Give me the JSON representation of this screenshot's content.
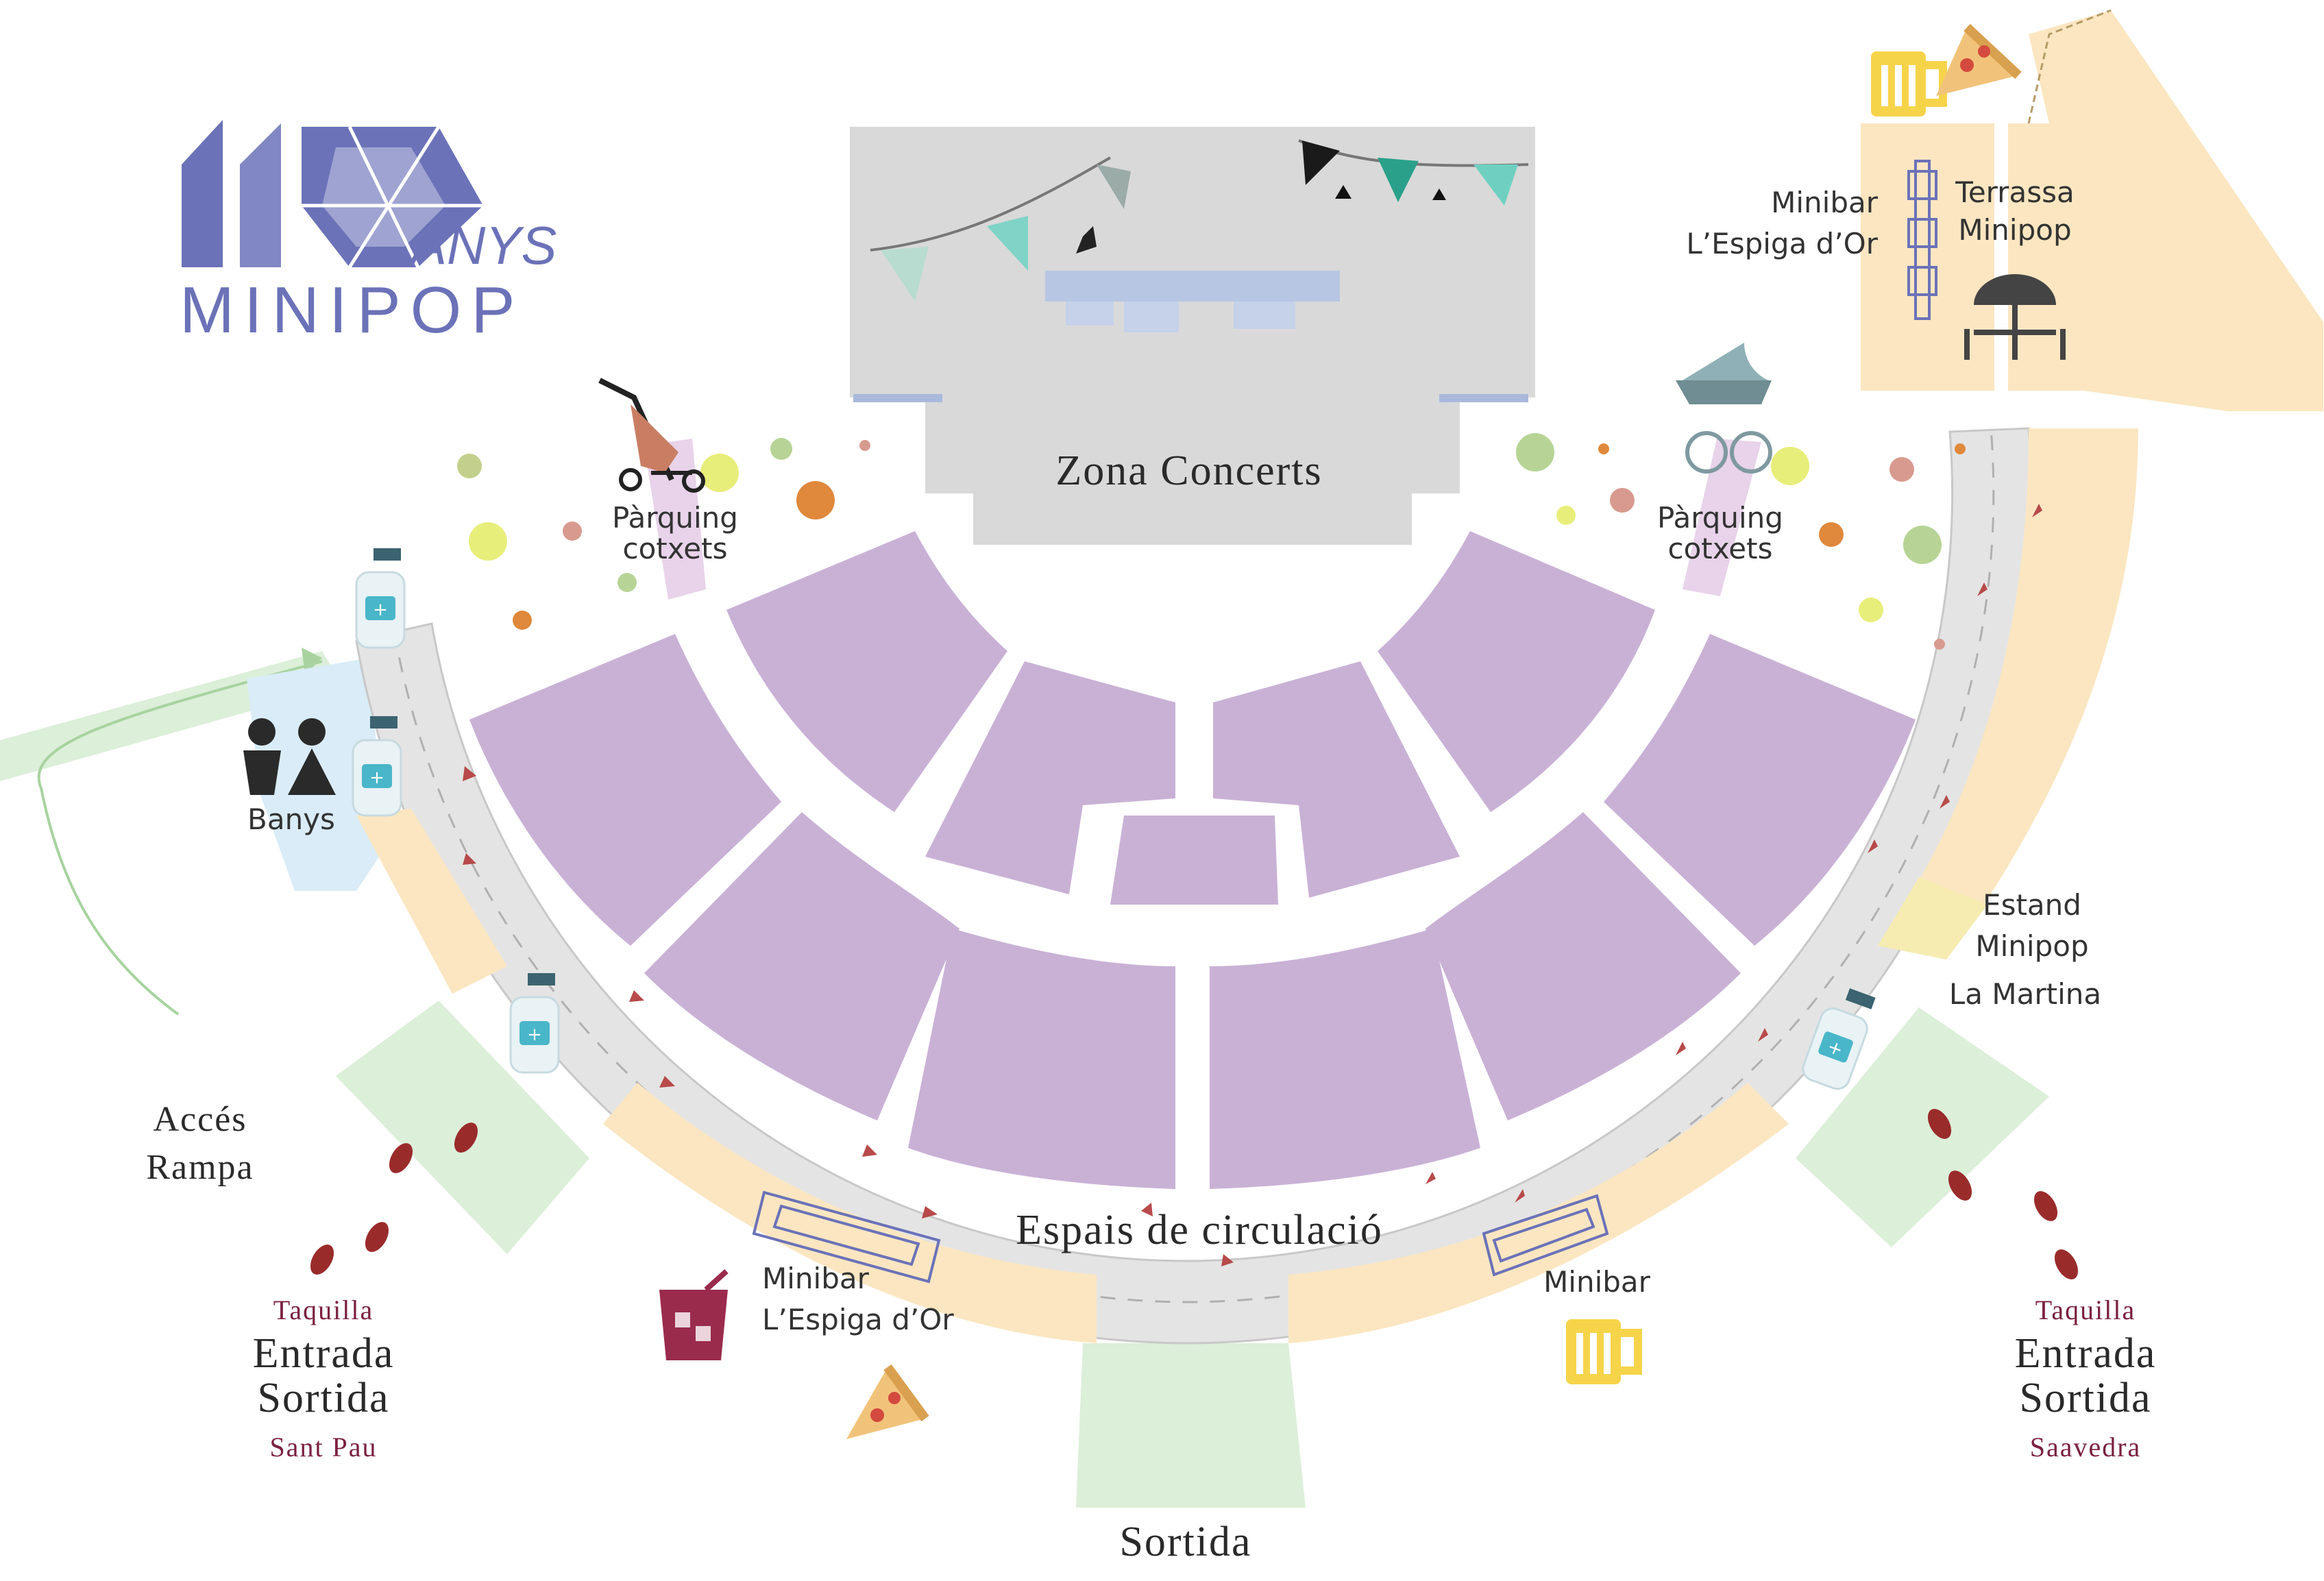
{
  "logo": {
    "number": "10",
    "anys": "ANYS",
    "brand": "MINIPOP"
  },
  "stage": {
    "label": "Zona Concerts"
  },
  "circulation": {
    "label": "Espais de circulació"
  },
  "exit": {
    "label": "Sortida"
  },
  "toilets": {
    "label": "Banys"
  },
  "ramp": {
    "line1": "Accés",
    "line2": "Rampa"
  },
  "stroller_parking": [
    {
      "line1": "Pàrquing",
      "line2": "cotxets"
    },
    {
      "line1": "Pàrquing",
      "line2": "cotxets"
    }
  ],
  "minibar_top": {
    "line1": "Minibar",
    "line2": "L’Espiga d’Or"
  },
  "terrace": {
    "line1": "Terrassa",
    "line2": "Minipop"
  },
  "stand": {
    "line1": "Estand",
    "line2": "Minipop",
    "line3": "La Martina"
  },
  "minibar_bottom_left": {
    "line1": "Minibar",
    "line2": "L’Espiga d’Or"
  },
  "minibar_bottom_right": {
    "label": "Minibar"
  },
  "entrance_left": {
    "ticket": "Taquilla",
    "line1": "Entrada",
    "line2": "Sortida",
    "street": "Sant Pau"
  },
  "entrance_right": {
    "ticket": "Taquilla",
    "line1": "Entrada",
    "line2": "Sortida",
    "street": "Saavedra"
  },
  "colors": {
    "seating": "#c9b1d6",
    "walkway": "#e4e4e4",
    "food_area": "#fbe6c1",
    "entry_zone": "#dcefd9",
    "stage": "#d9d9d9",
    "toilet_zone": "#d9ecf7",
    "logo": "#6b72b8",
    "footprint": "#9a2b2b"
  },
  "icons": [
    "hand-sanitizer-icon",
    "toilet-icon",
    "stroller-icon",
    "pram-icon",
    "beer-icon",
    "pizza-icon",
    "drink-icon",
    "table-umbrella-icon",
    "footprint-icon",
    "bunting-icon"
  ]
}
